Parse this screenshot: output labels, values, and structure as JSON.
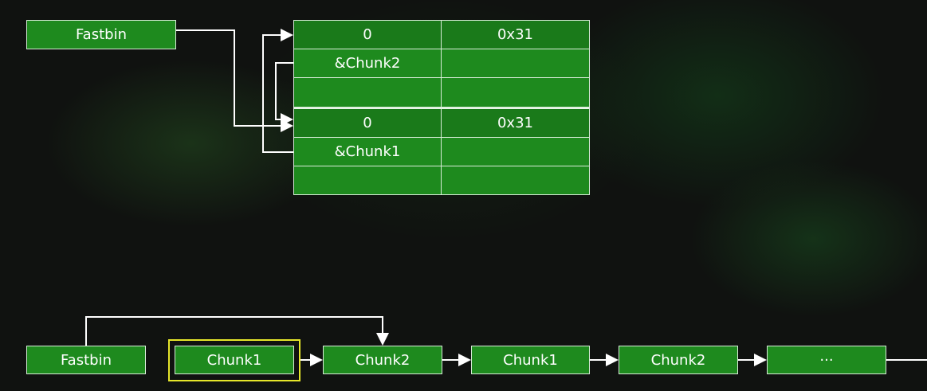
{
  "top_diagram": {
    "fastbin_label": "Fastbin",
    "chunks": [
      {
        "rows": [
          [
            "0",
            "0x31"
          ],
          [
            "&Chunk2",
            ""
          ],
          [
            "",
            ""
          ]
        ]
      },
      {
        "rows": [
          [
            "0",
            "0x31"
          ],
          [
            "&Chunk1",
            ""
          ],
          [
            "",
            ""
          ]
        ]
      }
    ]
  },
  "list_diagram": {
    "nodes": [
      "Fastbin",
      "Chunk1",
      "Chunk2",
      "Chunk1",
      "Chunk2",
      "···"
    ],
    "highlighted_node": "Chunk1"
  },
  "colors": {
    "box_fill": "#1e8a1e",
    "box_border": "#d8ecd8",
    "arrow": "#ffffff",
    "highlight": "#e6e62a",
    "background": "#101210"
  }
}
